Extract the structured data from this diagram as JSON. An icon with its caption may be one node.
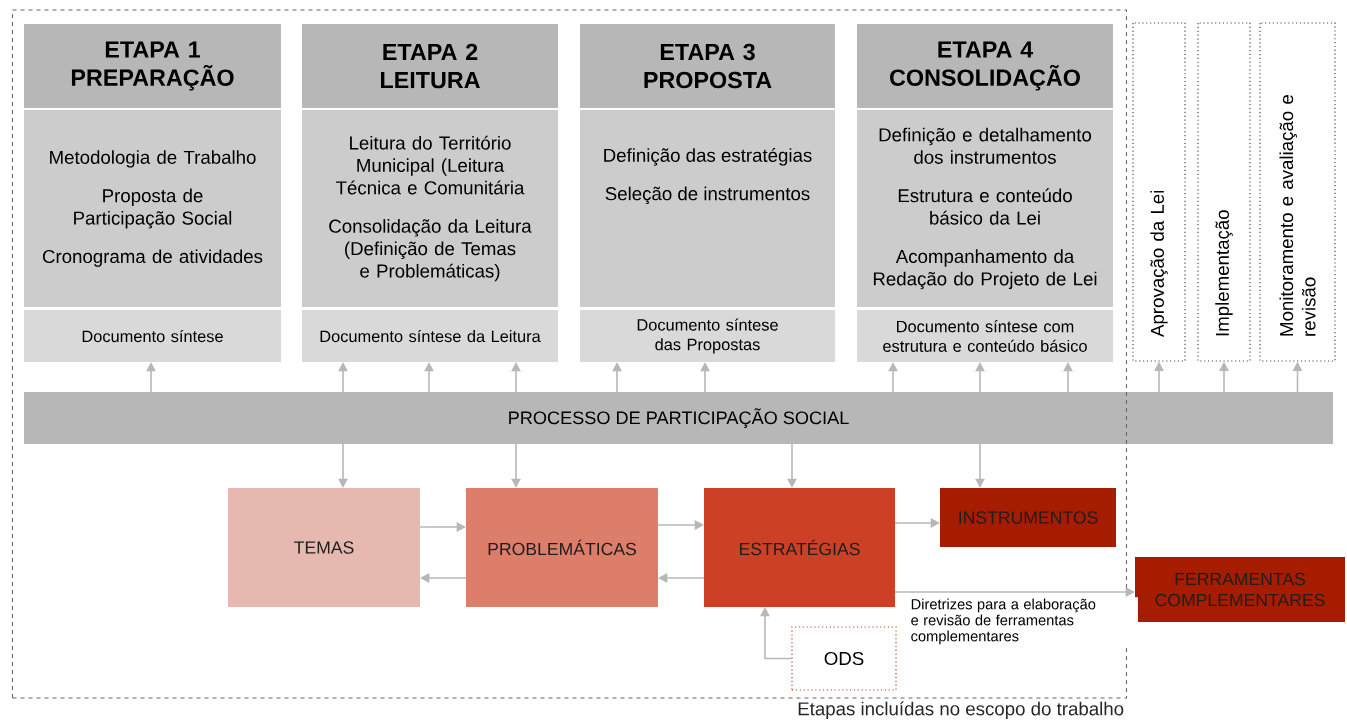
{
  "diagram": {
    "nodes": [
      {
        "text": [
          "Etapas incluídas no escopo do trabalho"
        ]
      },
      {
        "text": [
          "ETAPA 1",
          "PREPARAÇÃO"
        ],
        "in": 0
      },
      {
        "text": [
          "Metodologia de Trabalho",
          "Proposta de Participação Social",
          "Cronograma de atividades"
        ],
        "in": 0
      },
      {
        "text": [
          "Documento síntese"
        ],
        "in": 0
      },
      {
        "text": [
          "ETAPA 2",
          "LEITURA"
        ],
        "in": 0
      },
      {
        "text": [
          "Leitura do Território Municipal (Leitura Técnica e Comunitária",
          "Consolidação da Leitura (Definição de Temas e Problemáticas)"
        ],
        "in": 0
      },
      {
        "text": [
          "Documento síntese da Leitura"
        ],
        "in": 0
      },
      {
        "text": [
          "ETAPA 3",
          "PROPOSTA"
        ],
        "in": 0
      },
      {
        "text": [
          "Definição das estratégias",
          "Seleção de instrumentos"
        ],
        "in": 0
      },
      {
        "text": [
          "Documento síntese das Propostas"
        ],
        "in": 0
      },
      {
        "text": [
          "ETAPA 4",
          "CONSOLIDAÇÃO"
        ],
        "in": 0
      },
      {
        "text": [
          "Definição e detalhamento dos instrumentos",
          "Estrutura e conteúdo básico da Lei",
          "Acompanhamento da Redação do Projeto de Lei"
        ],
        "in": 0
      },
      {
        "text": [
          "Documento síntese com estrutura e conteúdo básico"
        ],
        "in": 0
      },
      {
        "text": [
          "Aprovação da Lei"
        ]
      },
      {
        "text": [
          "Implementação"
        ]
      },
      {
        "text": [
          "Monitoramento e avaliação e revisão"
        ]
      },
      {
        "text": [
          "PROCESSO DE PARTICIPAÇÃO SOCIAL"
        ]
      },
      {
        "text": [
          "TEMAS"
        ],
        "in": 0
      },
      {
        "text": [
          "PROBLEMÁTICAS"
        ],
        "in": 0
      },
      {
        "text": [
          "ESTRATÉGIAS"
        ],
        "in": 0
      },
      {
        "text": [
          "INSTRUMENTOS"
        ],
        "in": 0
      },
      {
        "text": [
          "FERRAMENTAS COMPLEMENTARES"
        ]
      },
      {
        "text": [
          "ODS"
        ],
        "in": 0
      }
    ],
    "edges": [
      {
        "from": 16,
        "to": 3,
        "arrow": "to"
      },
      {
        "from": 16,
        "to": 6,
        "arrow": "to"
      },
      {
        "from": 16,
        "to": 6,
        "arrow": "to"
      },
      {
        "from": 16,
        "to": 6,
        "arrow": "to"
      },
      {
        "from": 16,
        "to": 9,
        "arrow": "to"
      },
      {
        "from": 16,
        "to": 9,
        "arrow": "to"
      },
      {
        "from": 16,
        "to": 12,
        "arrow": "to"
      },
      {
        "from": 16,
        "to": 12,
        "arrow": "to"
      },
      {
        "from": 16,
        "to": 12,
        "arrow": "to"
      },
      {
        "from": 16,
        "to": 13,
        "arrow": "to"
      },
      {
        "from": 16,
        "to": 14,
        "arrow": "to"
      },
      {
        "from": 16,
        "to": 15,
        "arrow": "to"
      },
      {
        "from": 16,
        "to": 17,
        "arrow": "to"
      },
      {
        "from": 16,
        "to": 18,
        "arrow": "to"
      },
      {
        "from": 16,
        "to": 19,
        "arrow": "to"
      },
      {
        "from": 16,
        "to": 20,
        "arrow": "to"
      },
      {
        "from": 17,
        "to": 18,
        "arrow": "to"
      },
      {
        "from": 18,
        "to": 17,
        "arrow": "to"
      },
      {
        "from": 18,
        "to": 19,
        "arrow": "to"
      },
      {
        "from": 19,
        "to": 18,
        "arrow": "to"
      },
      {
        "from": 19,
        "to": 20,
        "arrow": "to"
      },
      {
        "from": 19,
        "to": 21,
        "arrow": "to",
        "label": "Diretrizes para a elaboração e revisão de ferramentas complementares"
      },
      {
        "from": 22,
        "to": 19,
        "arrow": "to"
      }
    ]
  }
}
